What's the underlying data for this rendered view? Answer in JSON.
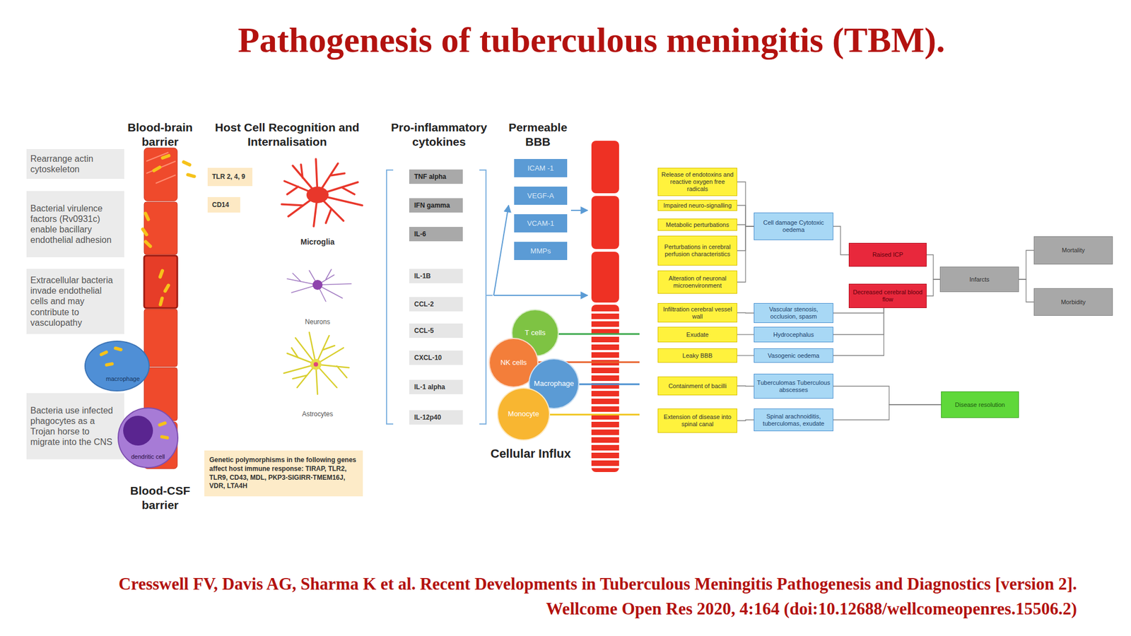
{
  "diagram": {
    "title": "Pathogenesis of tuberculous meningitis (TBM).",
    "caption": "Cresswell FV, Davis AG, Sharma K et al. Recent Developments in Tuberculous Meningitis Pathogenesis and Diagnostics [version 2]. Wellcome Open Res 2020, 4:164 (doi:10.12688/wellcomeopenres.15506.2)",
    "nodes": [
      {
        "text": [
          "Rearrange actin cytoskeleton"
        ]
      },
      {
        "text": [
          "Bacterial virulence factors (Rv0931c) enable bacillary endothelial adhesion"
        ]
      },
      {
        "text": [
          "Extracellular bacteria invade endothelial cells and may contribute to vasculopathy"
        ]
      },
      {
        "text": [
          "Bacteria use infected phagocytes as a Trojan horse to migrate into the CNS"
        ]
      },
      {
        "text": [
          "macrophage"
        ]
      },
      {
        "text": [
          "dendritic cell"
        ]
      },
      {
        "text": [
          "TLR 2, 4, 9"
        ]
      },
      {
        "text": [
          "CD14"
        ]
      },
      {
        "text": [
          "Genetic polymorphisms in the following genes affect host immune response: TIRAP, TLR2, TLR9, CD43, MDL, PKP3-SIGIRR-TMEM16J, VDR, LTA4H"
        ]
      },
      {
        "text": [
          "TNF alpha"
        ]
      },
      {
        "text": [
          "IFN gamma"
        ]
      },
      {
        "text": [
          "IL-6"
        ]
      },
      {
        "text": [
          "IL-1B"
        ]
      },
      {
        "text": [
          "CCL-2"
        ]
      },
      {
        "text": [
          "CCL-5"
        ]
      },
      {
        "text": [
          "CXCL-10"
        ]
      },
      {
        "text": [
          "IL-1 alpha"
        ]
      },
      {
        "text": [
          "IL-12p40"
        ]
      },
      {
        "text": [
          "ICAM -1"
        ]
      },
      {
        "text": [
          "VEGF-A"
        ]
      },
      {
        "text": [
          "VCAM-1"
        ]
      },
      {
        "text": [
          "MMPs"
        ]
      },
      {
        "text": [
          "T cells"
        ]
      },
      {
        "text": [
          "NK cells"
        ]
      },
      {
        "text": [
          "Macrophage"
        ]
      },
      {
        "text": [
          "Monocyte"
        ]
      },
      {
        "text": [
          "Release of endotoxins and reactive oxygen free radicals"
        ]
      },
      {
        "text": [
          "Impaired neuro-signalling"
        ]
      },
      {
        "text": [
          "Metabolic perturbations"
        ]
      },
      {
        "text": [
          "Perturbations in cerebral perfusion characteristics"
        ]
      },
      {
        "text": [
          "Alteration of neuronal microenvironment"
        ]
      },
      {
        "text": [
          "Infiltration cerebral vessel wall"
        ]
      },
      {
        "text": [
          "Exudate"
        ]
      },
      {
        "text": [
          "Leaky BBB"
        ]
      },
      {
        "text": [
          "Containment of bacilli"
        ]
      },
      {
        "text": [
          "Extension of disease into spinal canal"
        ]
      },
      {
        "text": [
          "Cell damage Cytotoxic oedema"
        ]
      },
      {
        "text": [
          "Vascular stenosis, occlusion, spasm"
        ]
      },
      {
        "text": [
          "Hydrocephalus"
        ]
      },
      {
        "text": [
          "Vasogenic oedema"
        ]
      },
      {
        "text": [
          "Tuberculomas Tuberculous abscesses"
        ]
      },
      {
        "text": [
          "Spinal arachnoiditis, tuberculomas, exudate"
        ]
      },
      {
        "text": [
          "Raised ICP"
        ]
      },
      {
        "text": [
          "Decreased cerebral blood flow"
        ]
      },
      {
        "text": [
          "Infarcts"
        ]
      },
      {
        "text": [
          "Mortality"
        ]
      },
      {
        "text": [
          "Morbidity"
        ]
      },
      {
        "text": [
          "Disease resolution"
        ]
      }
    ],
    "edges": [
      {
        "from": 26,
        "to": 36,
        "arrow": "none"
      },
      {
        "from": 27,
        "to": 36,
        "arrow": "none"
      },
      {
        "from": 28,
        "to": 36,
        "arrow": "none"
      },
      {
        "from": 29,
        "to": 36,
        "arrow": "none"
      },
      {
        "from": 30,
        "to": 36,
        "arrow": "none"
      },
      {
        "from": 31,
        "to": 37,
        "arrow": "none"
      },
      {
        "from": 32,
        "to": 38,
        "arrow": "none"
      },
      {
        "from": 33,
        "to": 39,
        "arrow": "none"
      },
      {
        "from": 34,
        "to": 40,
        "arrow": "none"
      },
      {
        "from": 35,
        "to": 41,
        "arrow": "none"
      },
      {
        "from": 36,
        "to": 42,
        "arrow": "none"
      },
      {
        "from": 37,
        "to": 43,
        "arrow": "none"
      },
      {
        "from": 38,
        "to": 43,
        "arrow": "none"
      },
      {
        "from": 39,
        "to": 43,
        "arrow": "none"
      },
      {
        "from": 42,
        "to": 44,
        "arrow": "none"
      },
      {
        "from": 43,
        "to": 44,
        "arrow": "none"
      },
      {
        "from": 44,
        "to": 45,
        "arrow": "none"
      },
      {
        "from": 44,
        "to": 46,
        "arrow": "none"
      },
      {
        "from": 40,
        "to": 47,
        "arrow": "none"
      },
      {
        "from": 41,
        "to": 47,
        "arrow": "none"
      }
    ],
    "labels": [
      "Blood-brain barrier",
      "Host Cell Recognition and Internalisation",
      "Pro-inflammatory cytokines",
      "Permeable BBB",
      "Microglia",
      "Neurons",
      "Astrocytes",
      "Cellular Influx",
      "Blood-CSF barrier"
    ]
  }
}
